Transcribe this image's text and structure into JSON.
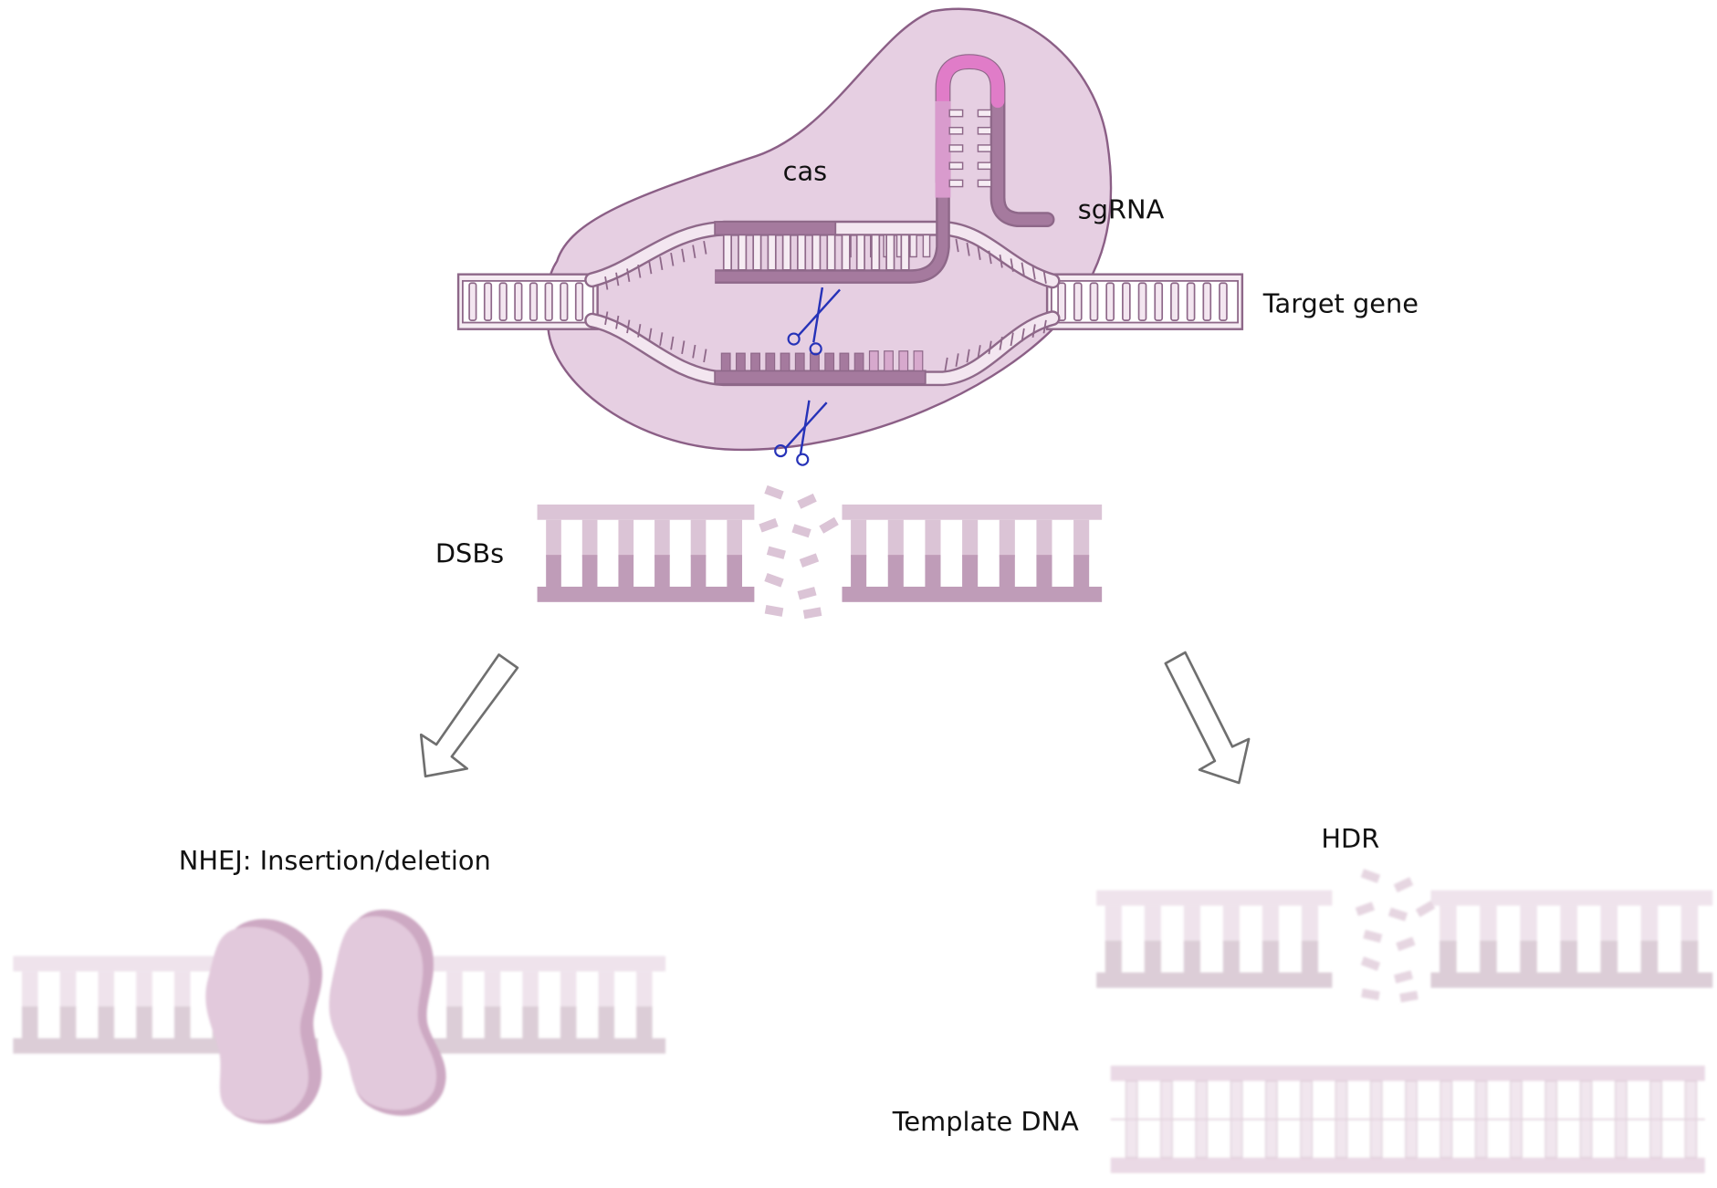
{
  "labels": {
    "cas": "cas",
    "sgrna": "sgRNA",
    "target_gene": "Target gene",
    "dsbs": "DSBs",
    "nhej": "NHEJ: Insertion/deletion",
    "hdr": "HDR",
    "template_dna": "Template DNA"
  },
  "colors": {
    "cas_body": "#e6cfe2",
    "cas_outline": "#8b5f86",
    "strand_dark": "#a57a9e",
    "strand_outline": "#8e6889",
    "sgrna_pink": "#e07cc8",
    "dsb_top": "#dbc4d6",
    "dsb_bottom": "#bf9cb8",
    "faded_top": "#efe3ec",
    "faded_bottom": "#dccdd7",
    "enzyme": "#e2c9dc",
    "enzyme_shade": "#cda9c3",
    "arrow": "#6f6f6f",
    "scissors": "#2632b8"
  }
}
